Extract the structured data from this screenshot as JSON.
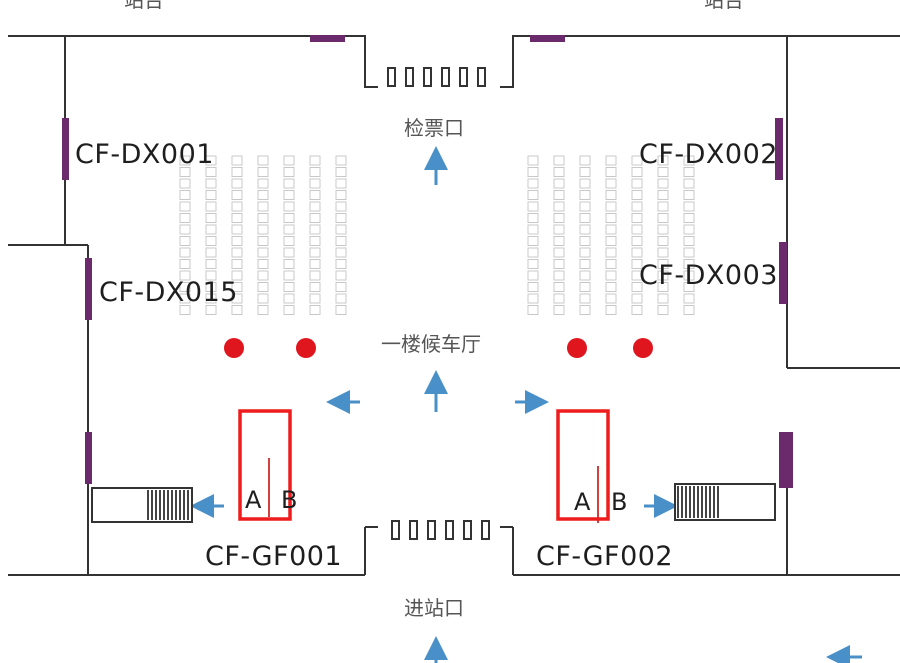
{
  "labels": {
    "platform_left": "站台",
    "platform_right": "站台",
    "ticket_check": "检票口",
    "waiting_hall": "一楼候车厅",
    "entrance": "进站口"
  },
  "doors": {
    "dx001": "CF-DX001",
    "dx002": "CF-DX002",
    "dx003": "CF-DX003",
    "dx015": "CF-DX015",
    "gf001": "CF-GF001",
    "gf002": "CF-GF002"
  },
  "gates": {
    "left": {
      "a": "A",
      "b": "B"
    },
    "right": {
      "a": "A",
      "b": "B"
    }
  },
  "colors": {
    "wall": "#333333",
    "door_marker": "#6b2a6b",
    "arrow": "#4a90c8",
    "highlight_box": "#ee1c1c",
    "point_marker": "#e0161f",
    "seat_grid": "#c8c8c8",
    "stair": "#444444"
  },
  "icons": {
    "arrow": "arrow-icon",
    "point": "red-dot-marker",
    "stairs": "stairs-icon"
  }
}
